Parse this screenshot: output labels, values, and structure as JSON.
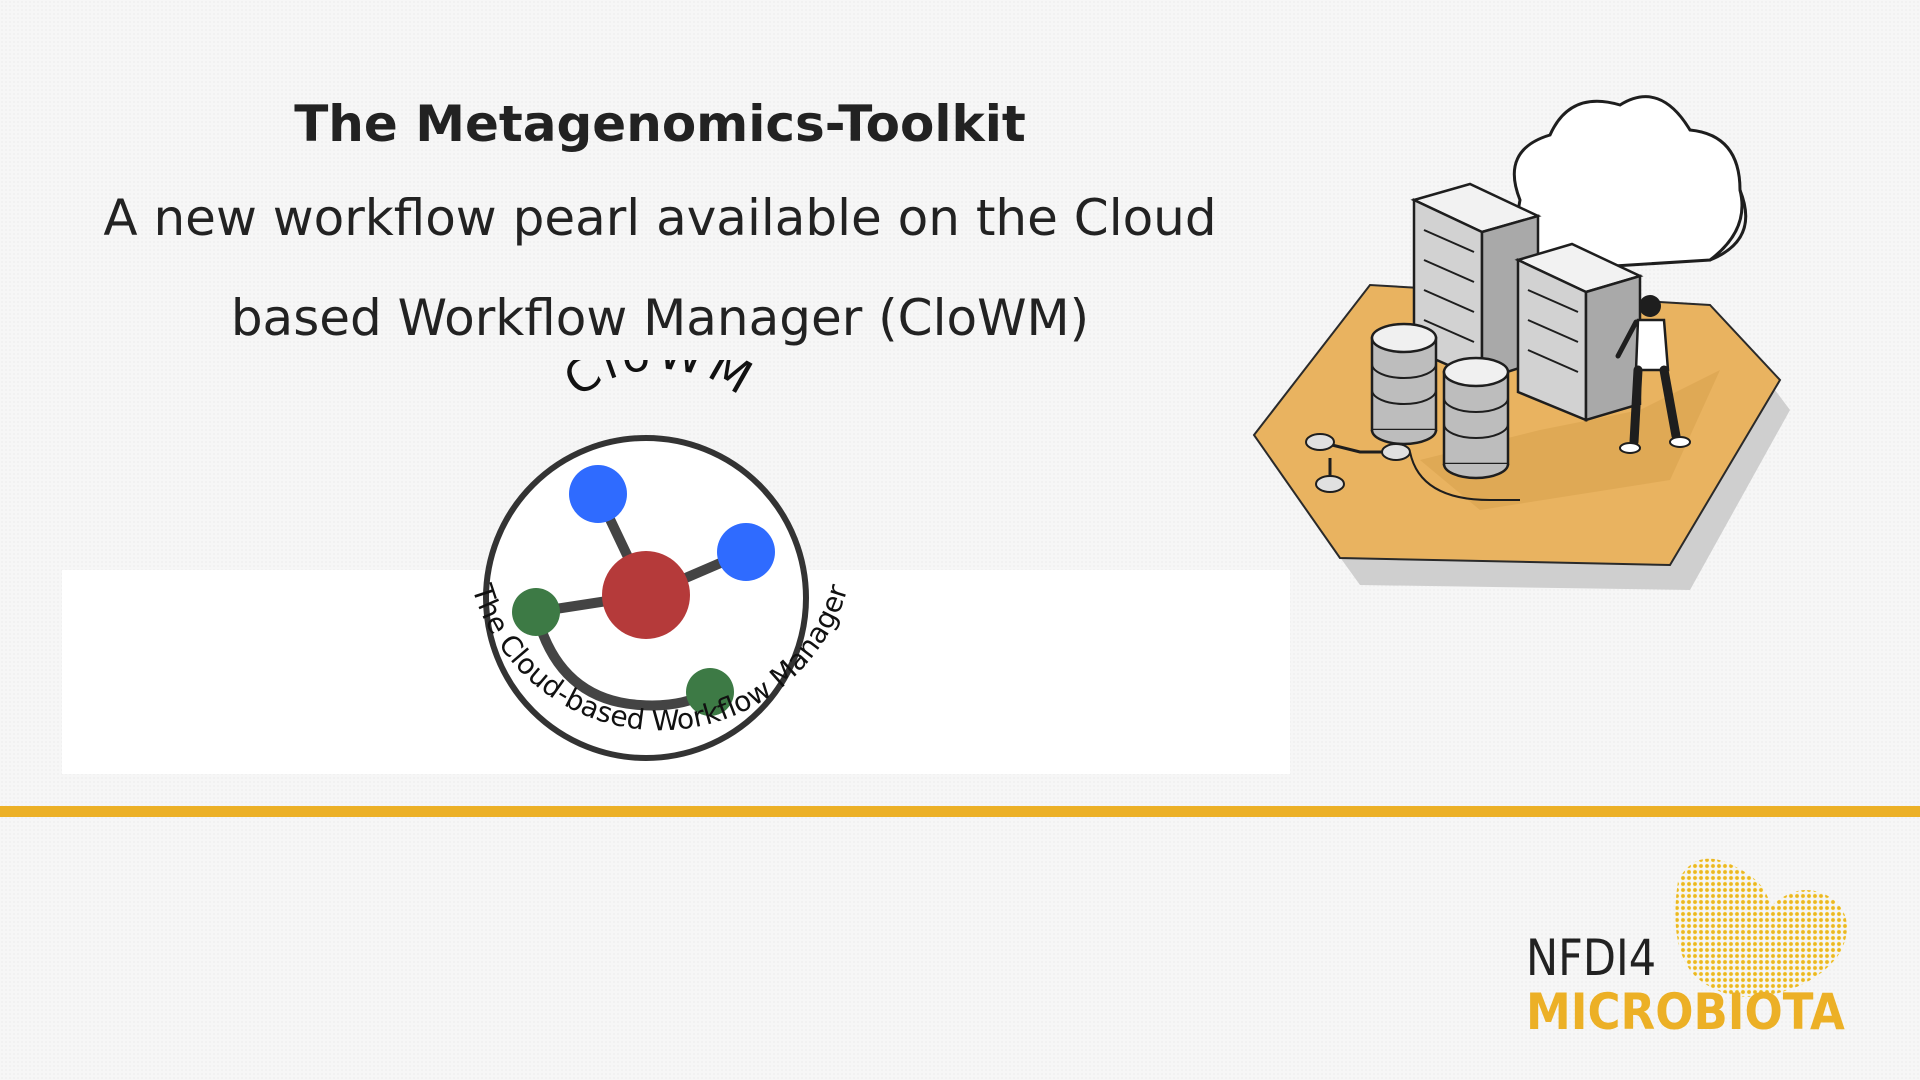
{
  "header": {
    "title": "The Metagenomics-Toolkit",
    "subtitle_line1": "A new workflow pearl available on the Cloud",
    "subtitle_line2": "based Workflow Manager (CloWM)"
  },
  "clowm_logo": {
    "top_text": "CloWM",
    "ring_text": "The Cloud-based Workflow Manager"
  },
  "brand": {
    "line1": "NFDI4",
    "line2": "MICROBIOTA"
  },
  "colors": {
    "accent": "#ecb026",
    "node_blue": "#2f6bff",
    "node_red": "#b53a3a",
    "node_green": "#3d7a45",
    "platform": "#e9b360"
  }
}
